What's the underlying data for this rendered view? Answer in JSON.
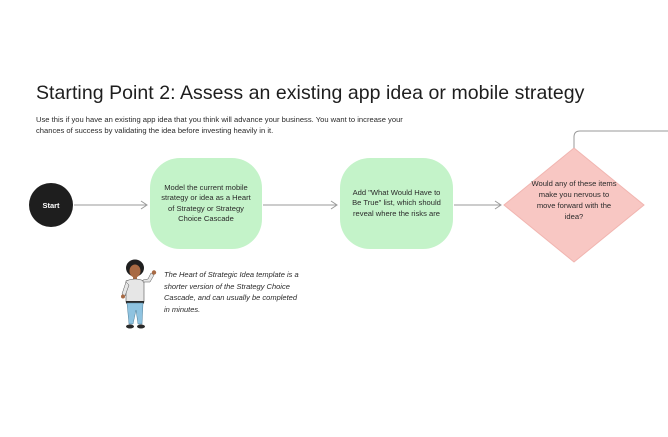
{
  "page": {
    "title": "Starting Point 2: Assess an existing app idea or mobile strategy",
    "description": "Use this if you have an existing app idea that you think will advance your business. You want to increase your chances of success by validating the idea before investing heavily in it."
  },
  "flow": {
    "start_label": "Start",
    "step1": "Model the current mobile strategy or idea as a Heart of Strategy or Strategy Choice Cascade",
    "step2": "Add \"What Would Have to Be True\" list, which should reveal where the risks are",
    "decision": "Would any of these items make you nervous to move forward with the idea?"
  },
  "note": {
    "text": "The Heart of Strategic Idea template is a shorter version of the Strategy Choice Cascade, and can usually be completed in minutes."
  },
  "colors": {
    "start_fill": "#1e1e1e",
    "process_fill": "#c4f3c9",
    "decision_fill": "#f8c7c3",
    "connector": "#9a9a9a"
  }
}
